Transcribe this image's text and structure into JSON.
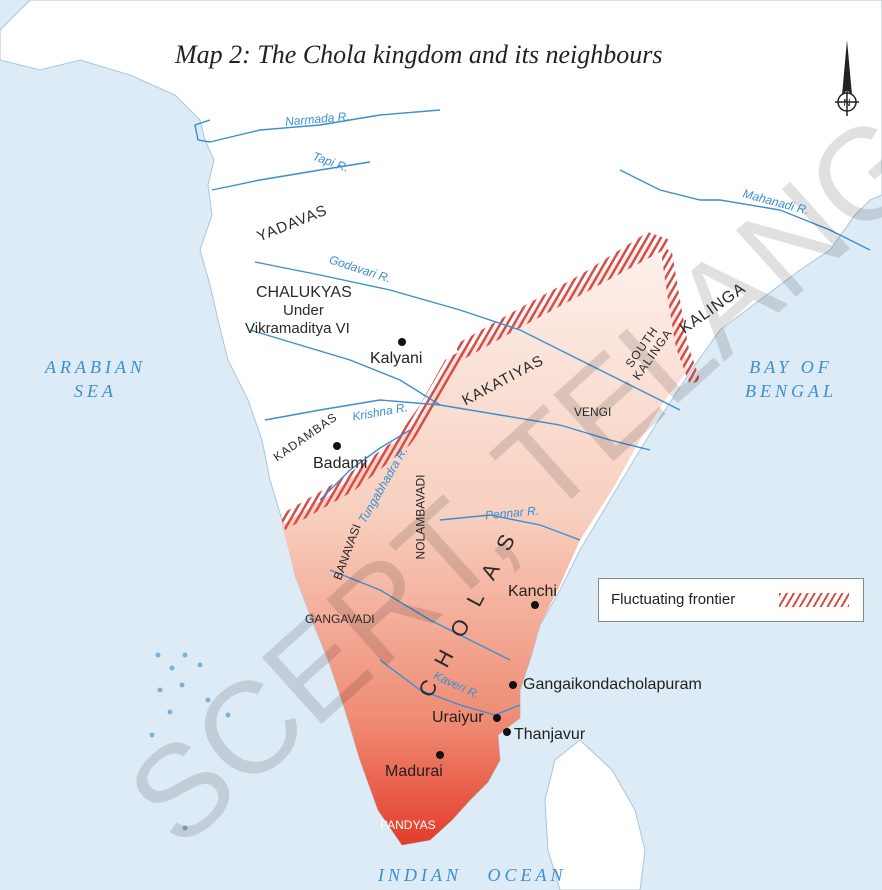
{
  "title": "Map 2: The Chola kingdom and its neighbours",
  "watermark": "SCERT, TELANGANA",
  "north_symbol": "N",
  "seas": {
    "arabian_line1": "ARABIAN",
    "arabian_line2": "SEA",
    "bengal_line1": "BAY OF",
    "bengal_line2": "BENGAL",
    "indian_ocean_1": "INDIAN",
    "indian_ocean_2": "OCEAN"
  },
  "rivers": {
    "narmada": "Narmada R.",
    "tapi": "Tapi R.",
    "mahanadi": "Mahanadi R.",
    "godavari": "Godavari R.",
    "krishna": "Krishna R.",
    "tungabhadra": "Tungabhadra R.",
    "pennar": "Pennar R.",
    "kaveri": "Kaveri R."
  },
  "regions": {
    "yadavas": "YADAVAS",
    "chalukyas_1": "CHALUKYAS",
    "chalukyas_2": "Under",
    "chalukyas_3": "Vikramaditya VI",
    "kadambas": "KADAMBAS",
    "kakatiyas": "KAKATIYAS",
    "south_kalinga_1": "SOUTH",
    "south_kalinga_2": "KALINGA",
    "kalinga": "KALINGA",
    "vengi": "VENGI",
    "nolambavadi": "NOLAMBAVADI",
    "banavasi": "BANAVASI",
    "gangavadi": "GANGAVADI",
    "cholas": "CHOLAS",
    "pandyas": "PANDYAS"
  },
  "cities": {
    "kalyani": "Kalyani",
    "badami": "Badami",
    "kanchi": "Kanchi",
    "gangaikondacholapuram": "Gangaikondacholapuram",
    "uraiyur": "Uraiyur",
    "thanjavur": "Thanjavur",
    "madurai": "Madurai"
  },
  "legend": {
    "label": "Fluctuating frontier"
  },
  "colors": {
    "sea": "#dcebf6",
    "land": "#ffffff",
    "chola_light": "#fbe8e0",
    "chola_dark": "#e8533f",
    "river": "#3b8ed0",
    "frontier": "#d94b47"
  }
}
